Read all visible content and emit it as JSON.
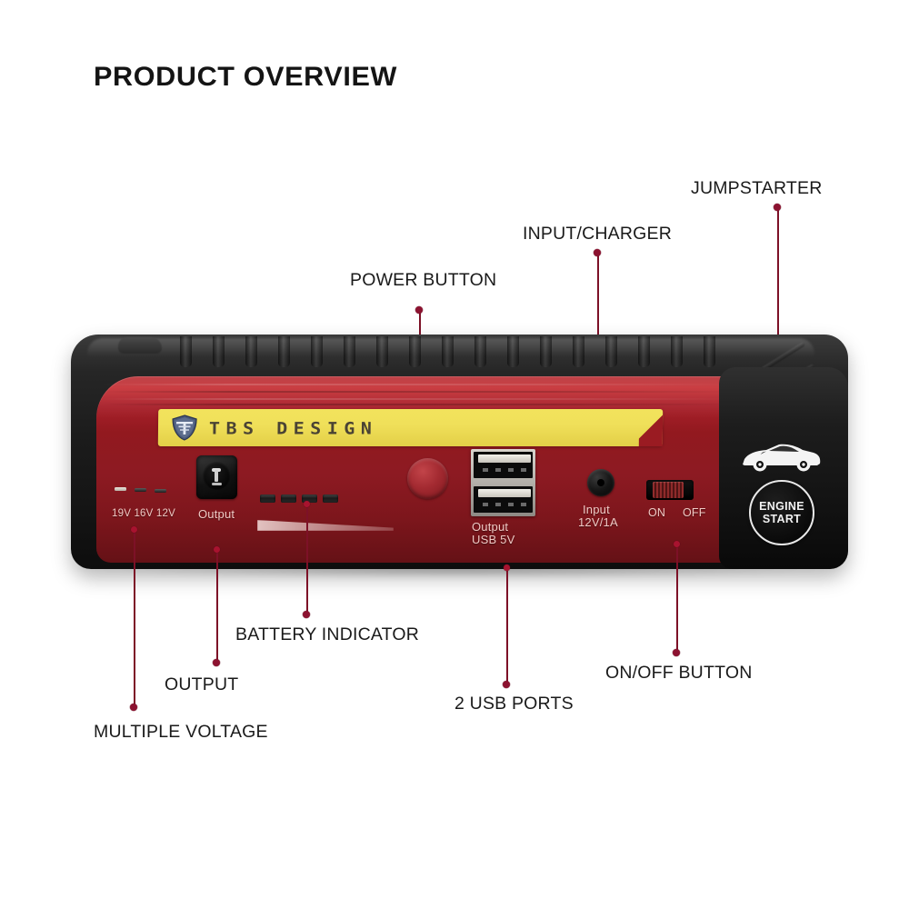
{
  "page": {
    "title": "PRODUCT OVERVIEW",
    "background_color": "#ffffff",
    "accent_color": "#8c1230",
    "text_color": "#1a1a1a"
  },
  "device": {
    "brand_text": "TBS DESIGN",
    "logo_icon": "shield-logo-icon",
    "body_color": "#8d1a22",
    "shell_color": "#1b1b1b",
    "stripe_color": "#f0e05a",
    "face_labels": {
      "voltage": "19V 16V 12V",
      "output": "Output",
      "usb_output_line1": "Output",
      "usb_output_line2": "USB 5V",
      "input_line1": "Input",
      "input_line2": "12V/1A",
      "switch_on": "ON",
      "switch_off": "OFF"
    },
    "engine_button": {
      "line1": "ENGINE",
      "line2": "START",
      "icon": "car-icon"
    },
    "battery_indicator_leds": 4,
    "voltage_leds": 3,
    "usb_ports": 2
  },
  "callouts": [
    {
      "id": "power-button",
      "label": "POWER BUTTON"
    },
    {
      "id": "input-charger",
      "label": "INPUT/CHARGER"
    },
    {
      "id": "jumpstarter",
      "label": "JUMPSTARTER"
    },
    {
      "id": "battery-indicator",
      "label": "BATTERY INDICATOR"
    },
    {
      "id": "output",
      "label": "OUTPUT"
    },
    {
      "id": "multiple-voltage",
      "label": "MULTIPLE VOLTAGE"
    },
    {
      "id": "usb-ports",
      "label": "2 USB PORTS"
    },
    {
      "id": "on-off-button",
      "label": "ON/OFF BUTTON"
    }
  ]
}
